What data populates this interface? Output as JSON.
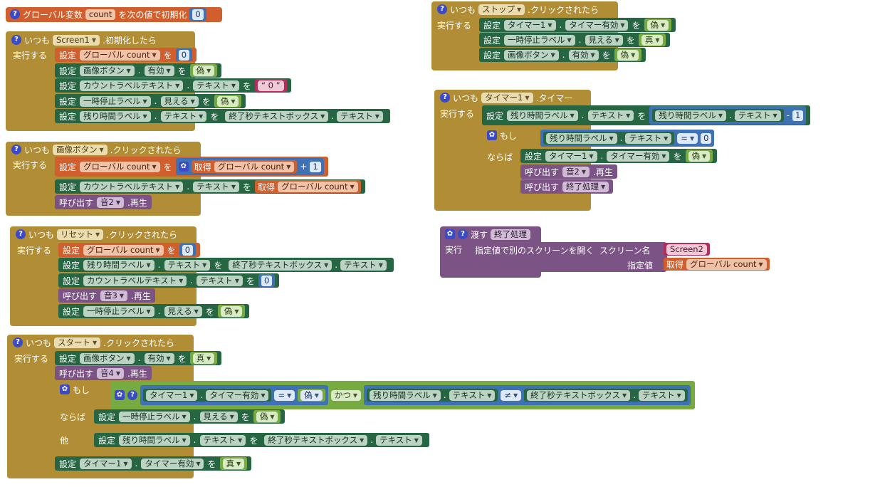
{
  "colors": {
    "event": "#B18E35",
    "setter": "#266643",
    "global": "#D05F2D",
    "procedure": "#7C5385",
    "logic": "#77AB41",
    "math": "#3f71b5",
    "text": "#B32D5E"
  },
  "icons": {
    "help": "question-mark-icon",
    "mutator": "gear-icon"
  },
  "labels": {
    "when": "いつも",
    "do": "実行する",
    "set": "設定",
    "to": "を",
    "call": "呼び出す",
    "play": ".再生",
    "get": "取得",
    "if": "もし",
    "then": "ならば",
    "else": "他",
    "init": ".初期化したら",
    "click": ".クリックされたら",
    "timer": ".タイマー",
    "dot": ".",
    "plus": "+",
    "minus": "-",
    "eq": "=",
    "neq": "≠",
    "and": "かつ",
    "true": "真",
    "false": "偽",
    "zero_text": "“ 0 ”"
  },
  "comps": {
    "screen1": "Screen1",
    "image_btn": "画像ボタン",
    "count_label": "カウントラベルテキスト",
    "pause_label": "一時停止ラベル",
    "remain_label": "残り時間ラベル",
    "end_sec_box": "終了秒テキストボックス",
    "sound2": "音2",
    "sound3": "音3",
    "sound4": "音4",
    "timer1": "タイマー1",
    "reset": "リセット",
    "start": "スタート",
    "stop": "ストップ",
    "proc_end": "終了処理"
  },
  "props": {
    "enabled": "有効",
    "text": "テキスト",
    "visible": "見える",
    "timer_enabled": "タイマー有効"
  },
  "global": {
    "title": "グローバル変数",
    "name": "count",
    "suffix": "を次の値で初期化",
    "value": "0",
    "ref": "グローバル count"
  },
  "proc": {
    "to": "渡す",
    "name": "終了処理",
    "do": "実行",
    "open_screen": "指定値で別のスクリーンを開く",
    "screen_name_label": "スクリーン名",
    "screen_name": "Screen2",
    "value_label": "指定値"
  },
  "numbers": {
    "zero": "0",
    "one": "1"
  }
}
